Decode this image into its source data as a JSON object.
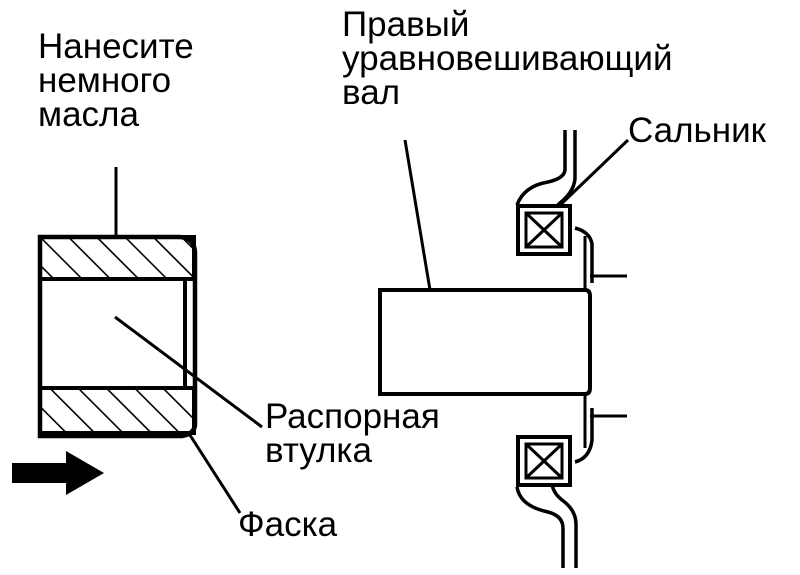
{
  "labels": {
    "apply_oil": [
      "Нанесите",
      "немного",
      "масла"
    ],
    "right_balance_shaft": [
      "Правый",
      "уравновешивающий",
      "вал"
    ],
    "oil_seal": "Сальник",
    "spacer_sleeve": [
      "Распорная",
      "втулка"
    ],
    "chamfer": "Фаска"
  },
  "colors": {
    "ink": "#000000",
    "background": "#ffffff"
  },
  "icons": {
    "direction_arrow": "right-arrow"
  }
}
